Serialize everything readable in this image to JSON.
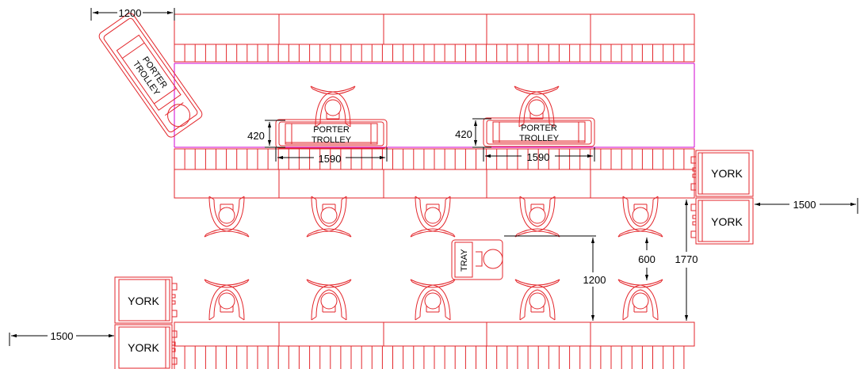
{
  "colors": {
    "furniture": "#e3262b",
    "dimension": "#000000",
    "rail": "#d000d0",
    "background": "#ffffff"
  },
  "labels": {
    "trolley_line1": "PORTER",
    "trolley_line2": "TROLLEY",
    "york": "YORK",
    "tray": "TRAY"
  },
  "dimensions": {
    "trolley_width": "1200",
    "trolley_depth": "420",
    "trolley_length": "1590",
    "clearance_right": "1500",
    "clearance_left": "1500",
    "gap_chair_desk": "600",
    "aisle_tray": "1200",
    "aisle_total": "1770"
  }
}
